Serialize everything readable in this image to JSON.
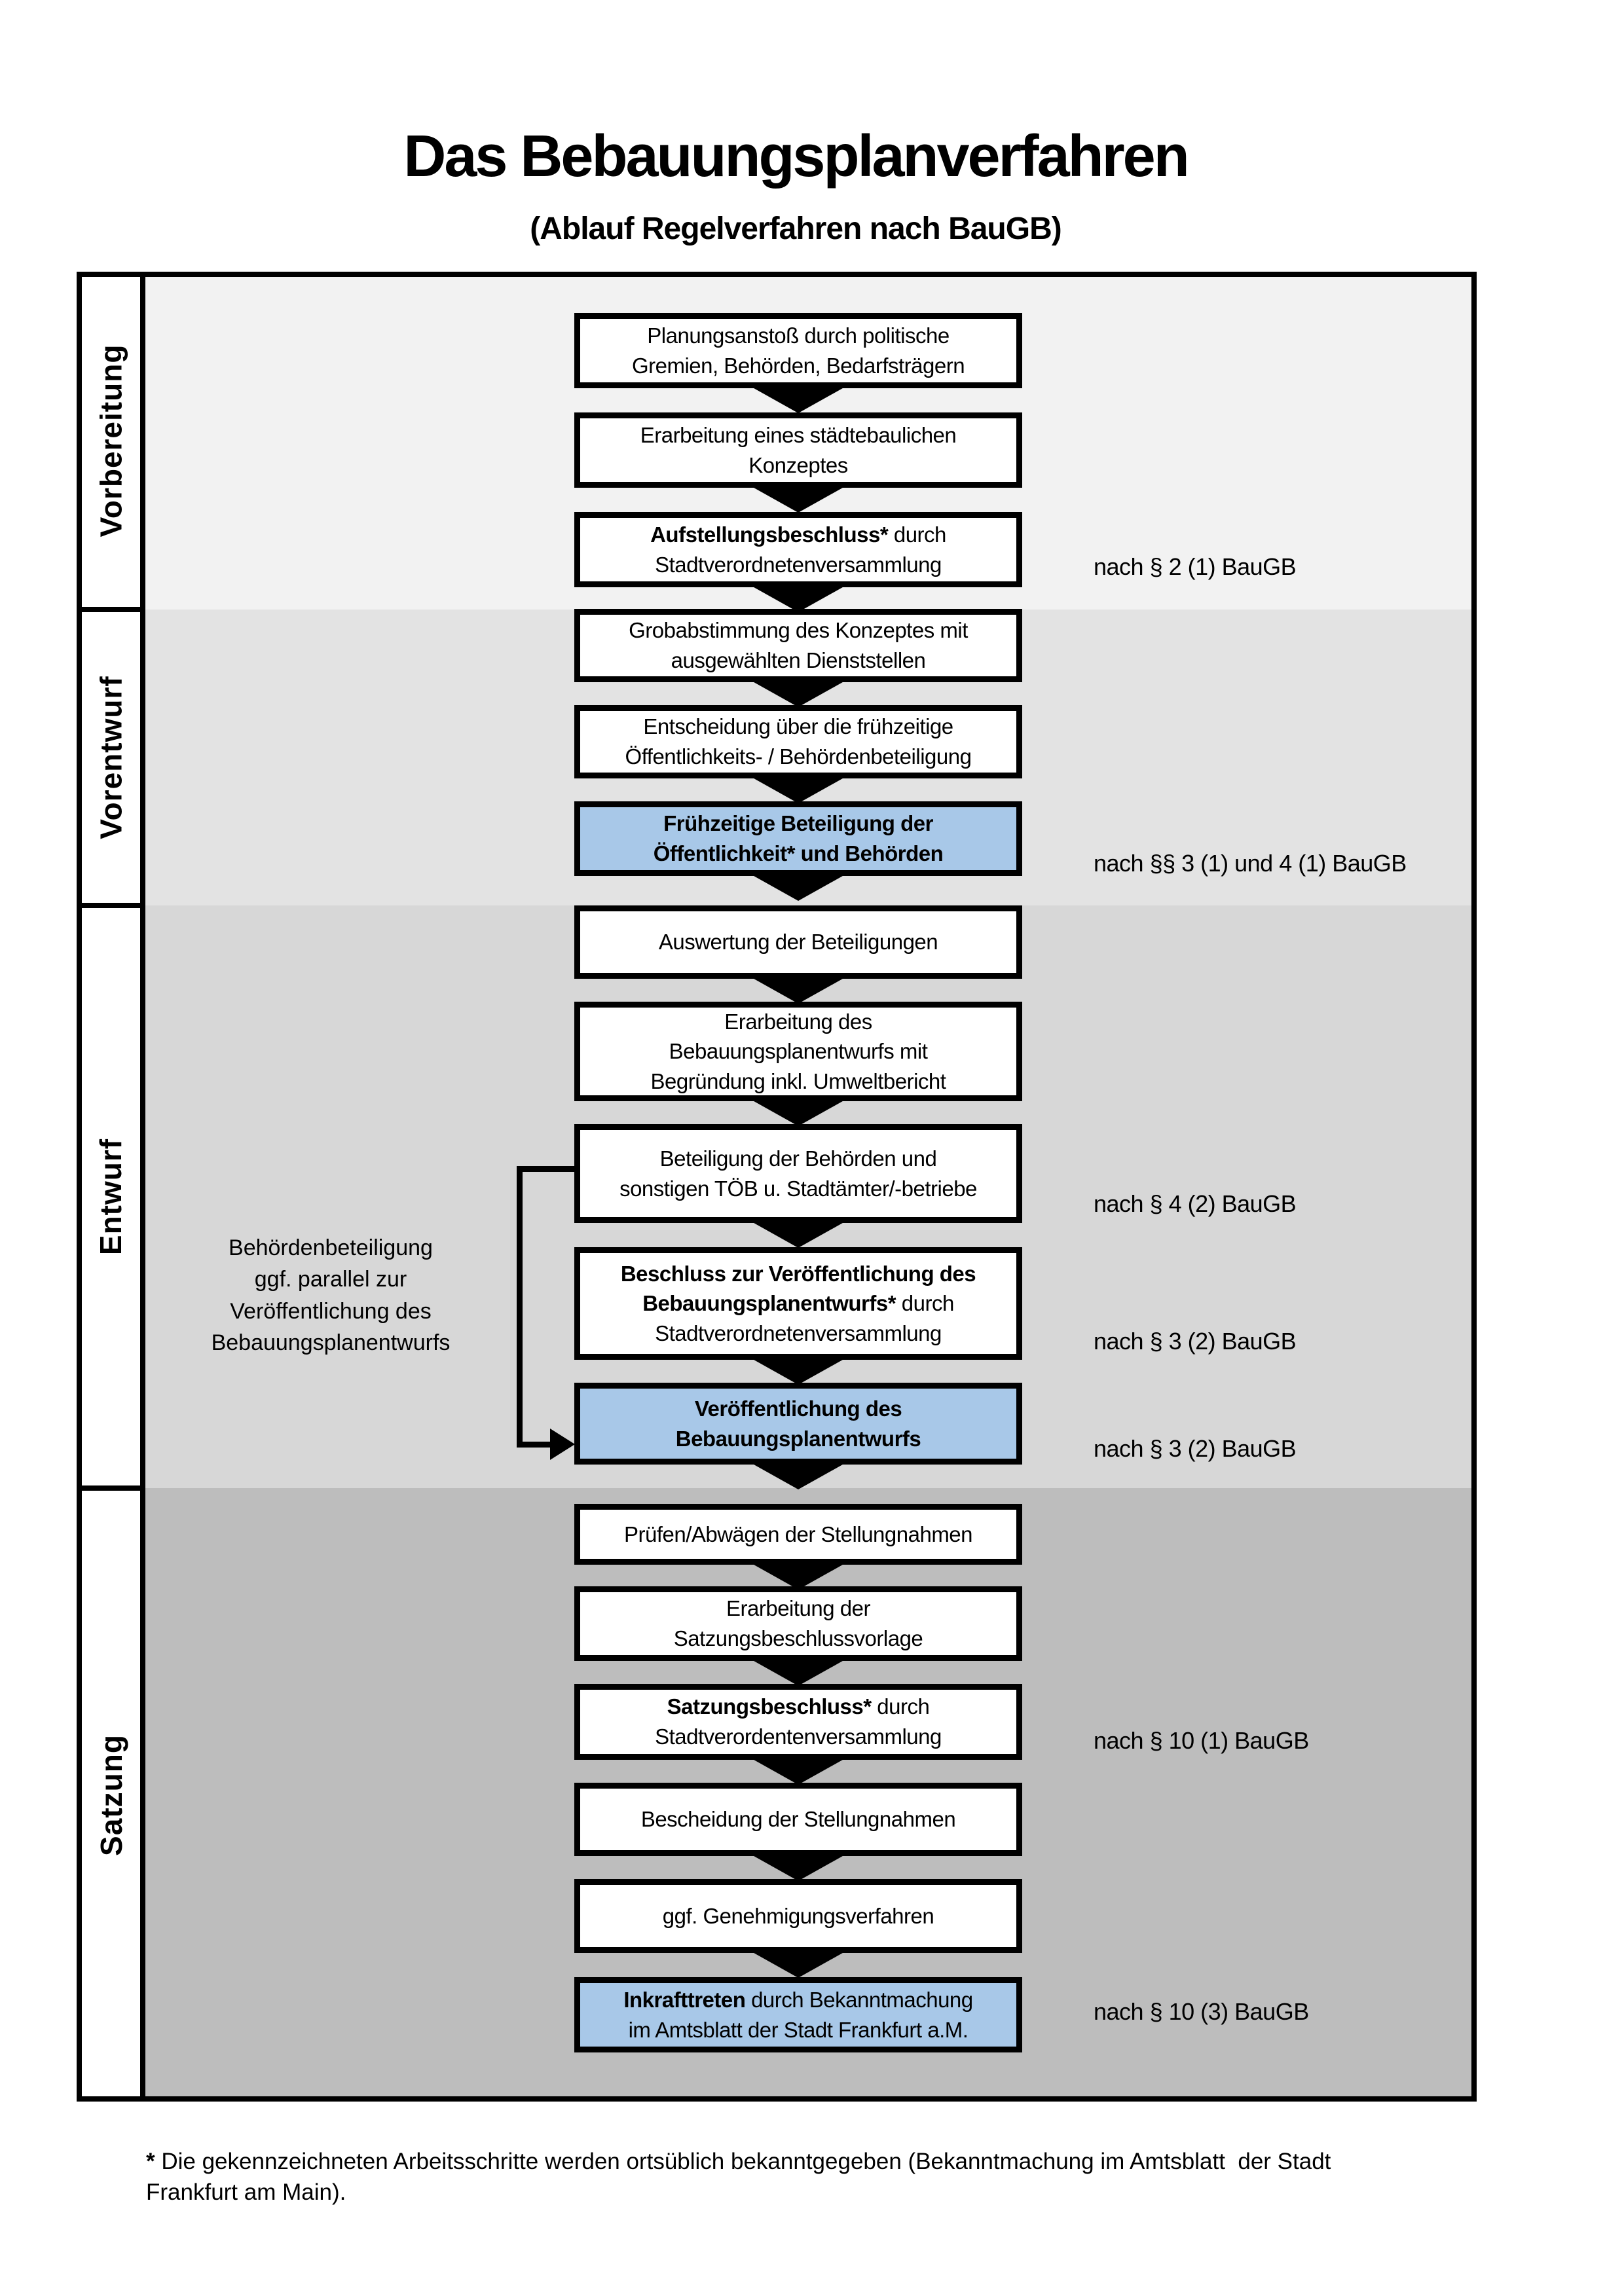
{
  "page": {
    "title": "Das Bebauungsplanverfahren",
    "subtitle": "(Ablauf Regelverfahren nach BauGB)"
  },
  "colors": {
    "highlight_box": "#a8c8e8",
    "box_background": "#ffffff",
    "box_border": "#000000",
    "band_vorbereitung": "#f2f2f2",
    "band_vorentwurf": "#e3e3e3",
    "band_entwurf": "#d7d7d7",
    "band_satzung": "#bdbdbd"
  },
  "sections": [
    {
      "id": "vorbereitung",
      "label": "Vorbereitung",
      "band_color": "#f2f2f2",
      "boxes": [
        {
          "id": "planungsanstoss",
          "lines": [
            [
              {
                "text": "Planungsanstoß durch politische"
              }
            ],
            [
              {
                "text": "Gremien, Behörden, Bedarfsträgern"
              }
            ]
          ]
        },
        {
          "id": "staedtebauliches-konzept",
          "lines": [
            [
              {
                "text": "Erarbeitung eines städtebaulichen"
              }
            ],
            [
              {
                "text": "Konzeptes"
              }
            ]
          ]
        },
        {
          "id": "aufstellungsbeschluss",
          "lines": [
            [
              {
                "text": "Aufstellungsbeschluss*",
                "bold": true
              },
              {
                "text": " durch"
              }
            ],
            [
              {
                "text": "Stadtverordnetenversammlung"
              }
            ]
          ],
          "ref": "nach § 2 (1) BauGB"
        }
      ]
    },
    {
      "id": "vorentwurf",
      "label": "Vorentwurf",
      "band_color": "#e3e3e3",
      "boxes": [
        {
          "id": "grobabstimmung",
          "lines": [
            [
              {
                "text": "Grobabstimmung des Konzeptes mit"
              }
            ],
            [
              {
                "text": "ausgewählten Dienststellen"
              }
            ]
          ]
        },
        {
          "id": "entscheidung-beteiligung",
          "lines": [
            [
              {
                "text": "Entscheidung über die frühzeitige"
              }
            ],
            [
              {
                "text": "Öffentlichkeits- / Behördenbeteiligung"
              }
            ]
          ]
        },
        {
          "id": "fruehzeitige-beteiligung",
          "highlight": true,
          "lines": [
            [
              {
                "text": "Frühzeitige Beteiligung der",
                "bold": true
              }
            ],
            [
              {
                "text": "Öffentlichkeit* und Behörden",
                "bold": true
              }
            ]
          ],
          "ref": "nach §§ 3 (1) und 4 (1) BauGB"
        }
      ]
    },
    {
      "id": "entwurf",
      "label": "Entwurf",
      "band_color": "#d7d7d7",
      "boxes": [
        {
          "id": "auswertung-beteiligungen",
          "lines": [
            [
              {
                "text": "Auswertung der Beteiligungen"
              }
            ]
          ]
        },
        {
          "id": "erarbeitung-entwurf",
          "lines": [
            [
              {
                "text": "Erarbeitung des"
              }
            ],
            [
              {
                "text": "Bebauungsplanentwurfs mit"
              }
            ],
            [
              {
                "text": "Begründung inkl. Umweltbericht"
              }
            ]
          ]
        },
        {
          "id": "behoerdenbeteiligung",
          "lines": [
            [
              {
                "text": "Beteiligung der Behörden und"
              }
            ],
            [
              {
                "text": "sonstigen TÖB u. Stadtämter/-betriebe"
              }
            ]
          ],
          "ref": "nach § 4 (2) BauGB"
        },
        {
          "id": "beschluss-veroeffentlichung",
          "lines": [
            [
              {
                "text": "Beschluss zur Veröffentlichung des",
                "bold": true
              }
            ],
            [
              {
                "text": "Bebauungsplanentwurfs*",
                "bold": true
              },
              {
                "text": " durch"
              }
            ],
            [
              {
                "text": "Stadtverordnetenversammlung"
              }
            ]
          ],
          "ref": "nach § 3 (2) BauGB"
        },
        {
          "id": "veroeffentlichung-entwurf",
          "highlight": true,
          "lines": [
            [
              {
                "text": "Veröffentlichung des",
                "bold": true
              }
            ],
            [
              {
                "text": "Bebauungsplanentwurfs",
                "bold": true
              }
            ]
          ],
          "ref": "nach § 3 (2) BauGB"
        }
      ]
    },
    {
      "id": "satzung",
      "label": "Satzung",
      "band_color": "#bdbdbd",
      "boxes": [
        {
          "id": "pruefen-abwaegen",
          "lines": [
            [
              {
                "text": "Prüfen/Abwägen der Stellungnahmen"
              }
            ]
          ]
        },
        {
          "id": "satzungsbeschlussvorlage",
          "lines": [
            [
              {
                "text": "Erarbeitung der"
              }
            ],
            [
              {
                "text": "Satzungsbeschlussvorlage"
              }
            ]
          ]
        },
        {
          "id": "satzungsbeschluss",
          "lines": [
            [
              {
                "text": "Satzungsbeschluss*",
                "bold": true
              },
              {
                "text": " durch"
              }
            ],
            [
              {
                "text": "Stadtverordentenversammlung"
              }
            ]
          ],
          "ref": "nach § 10 (1) BauGB"
        },
        {
          "id": "bescheidung",
          "lines": [
            [
              {
                "text": "Bescheidung der Stellungnahmen"
              }
            ]
          ]
        },
        {
          "id": "genehmigungsverfahren",
          "lines": [
            [
              {
                "text": "ggf. Genehmigungsverfahren"
              }
            ]
          ]
        },
        {
          "id": "inkrafttreten",
          "highlight": true,
          "lines": [
            [
              {
                "text": "Inkrafttreten",
                "bold": true
              },
              {
                "text": " durch Bekanntmachung"
              }
            ],
            [
              {
                "text": "im Amtsblatt der Stadt Frankfurt a.M."
              }
            ]
          ],
          "ref": "nach § 10 (3) BauGB"
        }
      ]
    }
  ],
  "side_note": {
    "lines": [
      "Behördenbeteiligung",
      "ggf. parallel zur",
      "Veröffentlichung des",
      "Bebauungsplanentwurfs"
    ]
  },
  "footnote": {
    "marker": "*",
    "line1": " Die gekennzeichneten Arbeitsschritte werden ortsüblich bekanntgegeben (Bekanntmachung im Amtsblatt  der Stadt",
    "line2": "Frankfurt am Main)."
  }
}
